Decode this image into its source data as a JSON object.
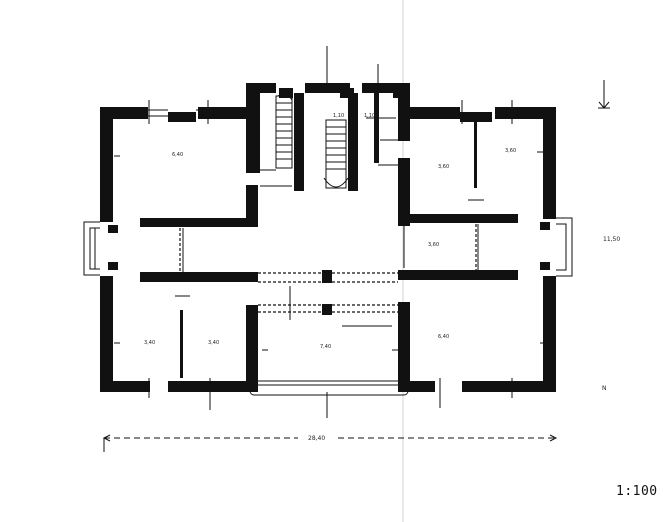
{
  "drawing": {
    "scale": "1:100",
    "overall_width": "28,40",
    "side_dimension": "11,50",
    "north_label": "N"
  },
  "rooms": {
    "room_top_left": "6,40",
    "room_top_right_a": "3,60",
    "room_top_right_b": "3,60",
    "room_bottom_left_a": "3,40",
    "room_bottom_left_b": "3,40",
    "room_bottom_center": "7,40",
    "room_bottom_right": "6,40",
    "corridor_right": "3,60",
    "stair_a": "1,10",
    "stair_b": "1,10"
  },
  "colors": {
    "wall": "#111111",
    "paper": "#ffffff"
  }
}
